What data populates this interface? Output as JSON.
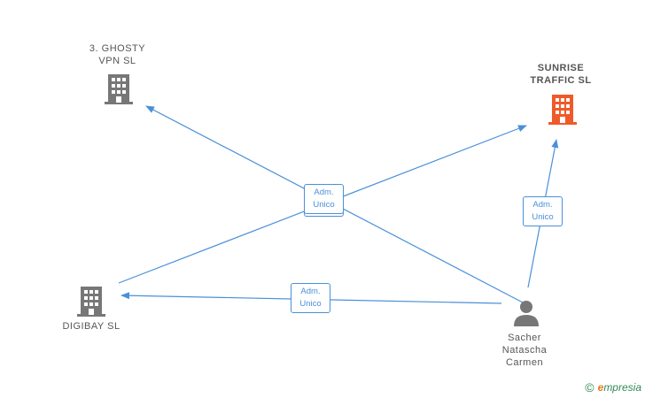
{
  "nodes": {
    "ghosty": {
      "label": "3.  GHOSTY\nVPN  SL",
      "icon": "building-icon",
      "color": "#777777"
    },
    "sunrise": {
      "label": "SUNRISE\nTRAFFIC  SL",
      "icon": "building-icon",
      "color": "#f05a28"
    },
    "digibay": {
      "label": "DIGIBAY  SL",
      "icon": "building-icon",
      "color": "#777777"
    },
    "sacher": {
      "label": "Sacher\nNatascha\nCarmen",
      "icon": "person-icon",
      "color": "#777777"
    }
  },
  "edge_labels": {
    "center": "Adm.\nUnico",
    "right": "Adm.\nUnico",
    "bottom": "Adm.\nUnico"
  },
  "colors": {
    "edge": "#4a90d9"
  },
  "footer": {
    "copyright": "©",
    "brand_initial": "e",
    "brand_rest": "mpresia"
  }
}
